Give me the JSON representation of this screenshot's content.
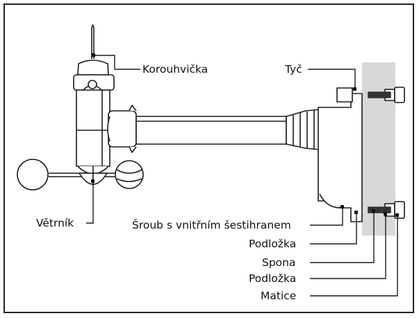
{
  "labels": {
    "korouhvicka": "Korouhvička",
    "vetrnik": "Větrník",
    "tyc": "Tyč",
    "sroub": "Šroub s vnitřním šestihranem",
    "podlozka1": "Podložka",
    "spona": "Spona",
    "podlozka2": "Podložka",
    "matice": "Matice"
  }
}
